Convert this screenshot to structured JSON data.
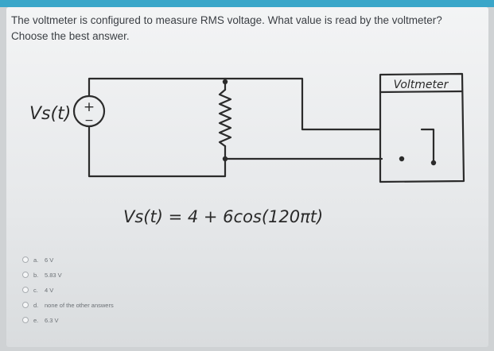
{
  "question": {
    "line1": "The voltmeter is configured to measure RMS voltage. What value is read by the voltmeter?",
    "line2": "Choose the best answer."
  },
  "figure": {
    "source_label": "Vs(t)",
    "plus_sign": "+",
    "minus_sign": "−",
    "voltmeter_label": "Voltmeter",
    "equation": "Vs(t) = 4 + 6cos(120πt)"
  },
  "options": [
    {
      "letter": "a.",
      "text": "6 V"
    },
    {
      "letter": "b.",
      "text": "5.83 V"
    },
    {
      "letter": "c.",
      "text": "4 V"
    },
    {
      "letter": "d.",
      "text": "none of the other answers"
    },
    {
      "letter": "e.",
      "text": "6.3 V"
    }
  ]
}
